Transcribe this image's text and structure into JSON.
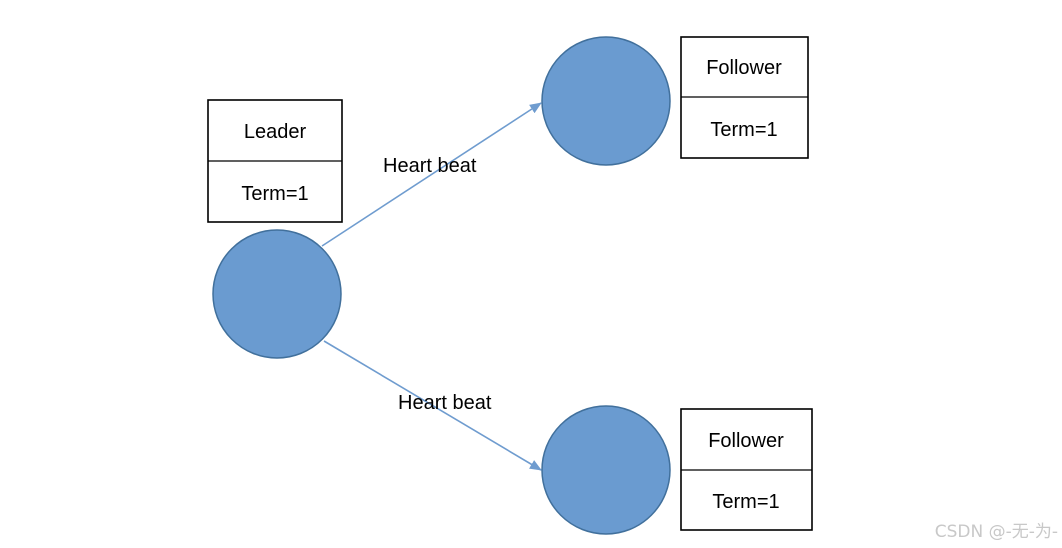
{
  "diagram": {
    "leader": {
      "role": "Leader",
      "term": "Term=1"
    },
    "follower_top": {
      "role": "Follower",
      "term": "Term=1"
    },
    "follower_bottom": {
      "role": "Follower",
      "term": "Term=1"
    },
    "edges": {
      "to_top_label": "Heart beat",
      "to_bottom_label": "Heart beat"
    },
    "colors": {
      "node_fill": "#6a9bd0",
      "node_stroke": "#41709c",
      "edge": "#6f9ccf"
    }
  },
  "watermark": "CSDN @-无-为-"
}
